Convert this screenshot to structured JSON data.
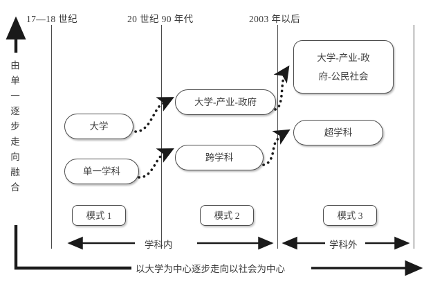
{
  "figure": {
    "vertical_axis_label": "由单一逐步走向融合",
    "bottom_axis_label": "以大学为中心逐步走向以社会为中心"
  },
  "eras": [
    {
      "label": "17—18 世纪"
    },
    {
      "label": "20 世纪 90 年代"
    },
    {
      "label": "2003 年以后"
    }
  ],
  "nodes": [
    {
      "name": "university",
      "text": "大学"
    },
    {
      "name": "single-discipline",
      "text": "单一学科"
    },
    {
      "name": "triple-helix",
      "text": "大学-产业-政府"
    },
    {
      "name": "interdiscipline",
      "text": "跨学科"
    },
    {
      "name": "quadruple-helix-1",
      "text": "大学-产业-政"
    },
    {
      "name": "quadruple-helix-2",
      "text": "府-公民社会"
    },
    {
      "name": "transdiscipline",
      "text": "超学科"
    }
  ],
  "modes": [
    {
      "label": "模式 1"
    },
    {
      "label": "模式 2"
    },
    {
      "label": "模式 3"
    }
  ],
  "scopes": [
    {
      "label": "学科内"
    },
    {
      "label": "学科外"
    }
  ],
  "colors": {
    "ink": "#3a3a3a",
    "stroke": "#4d4d4d",
    "arrow": "#1a1a1a",
    "background": "#ffffff"
  }
}
